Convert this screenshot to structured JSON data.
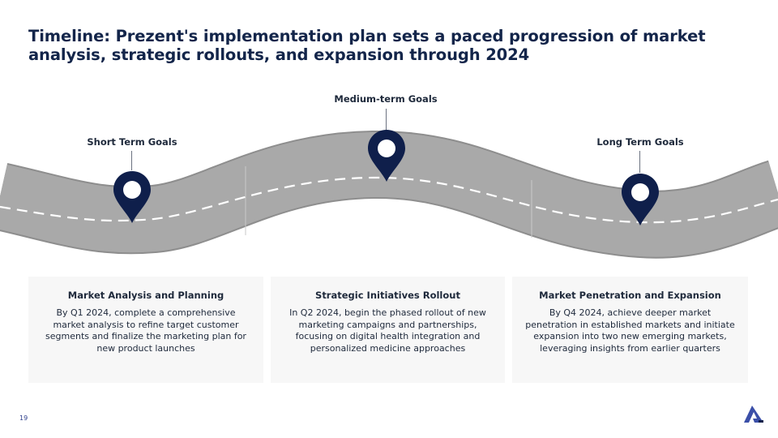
{
  "slide": {
    "title": "Timeline: Prezent's implementation plan sets a paced progression of market analysis, strategic rollouts, and expansion through 2024",
    "page_number": "19"
  },
  "colors": {
    "title": "#13254a",
    "pin": "#0f1f4b",
    "road": "#a9a9a9",
    "card_bg": "#f7f7f7"
  },
  "goals": [
    {
      "label": "Short Term Goals",
      "icon": "location-pin-icon"
    },
    {
      "label": "Medium-term Goals",
      "icon": "location-pin-icon"
    },
    {
      "label": "Long Term Goals",
      "icon": "location-pin-icon"
    }
  ],
  "cards": [
    {
      "title": "Market Analysis and Planning",
      "body": "By Q1 2024, complete a comprehensive market analysis to refine target customer segments and finalize the marketing plan for new product launches"
    },
    {
      "title": "Strategic Initiatives Rollout",
      "body": "In Q2 2024, begin the phased rollout of new marketing campaigns and partnerships, focusing on digital health integration and personalized medicine approaches"
    },
    {
      "title": "Market Penetration and Expansion",
      "body": "By Q4 2024, achieve deeper market penetration in established markets and initiate expansion into two new emerging markets, leveraging insights from earlier quarters"
    }
  ],
  "logo": {
    "icon": "brand-logo-icon"
  }
}
